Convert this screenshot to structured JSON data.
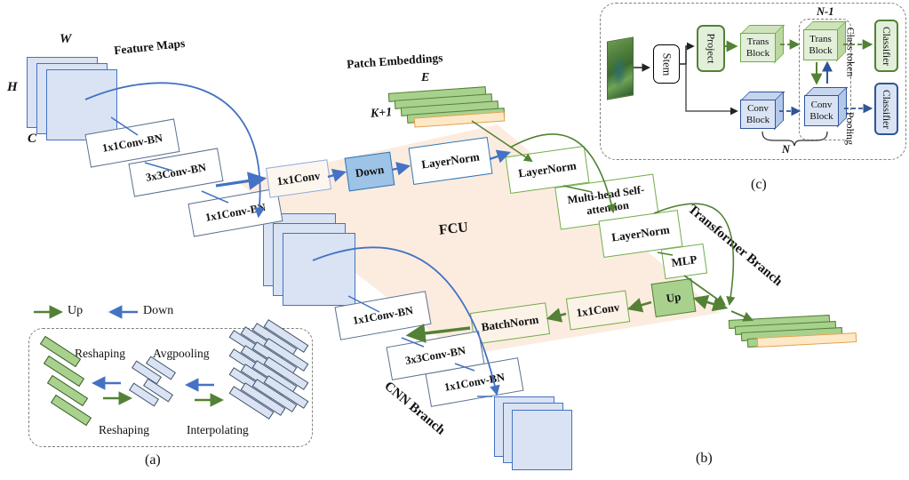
{
  "colors": {
    "green_dark": "#538135",
    "green_mid": "#70ad47",
    "green_fill": "#a9d18e",
    "green_light": "#e2efda",
    "blue_dark": "#2e75b6",
    "blue_mid": "#4472c4",
    "blue_navy": "#2f5597",
    "blue_fill": "#9dc3e6",
    "blue_light": "#dae3f3",
    "box_border": "#5b708f",
    "peach": "#fcecdf",
    "cream": "#fdf6ef",
    "cream_peach": "#fdf2e7",
    "orange_border": "#e3a04c",
    "orange_fill": "#fde9c8",
    "dash_gray": "#7f7f7f"
  },
  "main": {
    "feature_maps_label": "Feature Maps",
    "dims": {
      "w": "W",
      "h": "H",
      "c": "C"
    },
    "cnn_top": [
      "1x1Conv-BN",
      "3x3Conv-BN",
      "1x1Conv-BN"
    ],
    "down_path": [
      "1x1Conv",
      "Down",
      "LayerNorm"
    ],
    "patch": {
      "title": "Patch Embeddings",
      "e": "E",
      "k": "K+1"
    },
    "transformer": [
      "LayerNorm",
      "Multi-head Self-attention",
      "LayerNorm",
      "MLP"
    ],
    "up_path": [
      "Up",
      "1x1Conv",
      "BatchNorm"
    ],
    "cnn_bottom": [
      "1x1Conv-BN",
      "3x3Conv-BN",
      "1x1Conv-BN"
    ],
    "fcu": "FCU",
    "branch": {
      "transformer": "Transformer  Branch",
      "cnn": "CNN Branch"
    },
    "subfig": {
      "a": "(a)",
      "b": "(b)",
      "c": "(c)"
    }
  },
  "legend": {
    "up": "Up",
    "down": "Down",
    "ops": [
      "Reshaping",
      "Avgpooling",
      "Reshaping",
      "Interpolating"
    ]
  },
  "inset": {
    "stem": "Stem",
    "project": "Project",
    "trans_block": "Trans Block",
    "conv_block": "Conv Block",
    "classifier_top": "Classifier",
    "classifier_bottom": "Classifier",
    "class_token": "Class token",
    "pooling": "Pooling",
    "n": "N",
    "n_minus_1": "N-1"
  }
}
